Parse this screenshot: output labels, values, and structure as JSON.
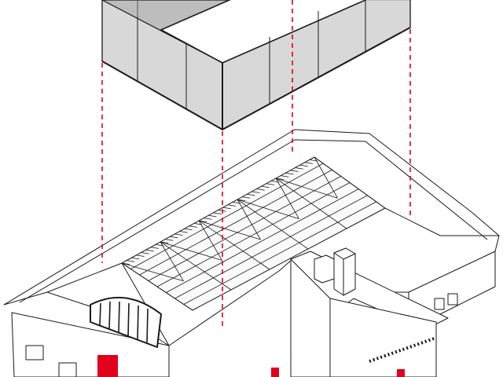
{
  "drawing": {
    "style": "axonometric exploded roof diagram",
    "colors": {
      "line": "#1a1a1a",
      "glass_face": "#e2e2e2",
      "glass_back": "#bdbdbd",
      "accent_red": "#e3001b",
      "background": "#ffffff"
    },
    "icons": [
      "glass-box",
      "skylight-truss",
      "chimney",
      "red-door"
    ]
  }
}
